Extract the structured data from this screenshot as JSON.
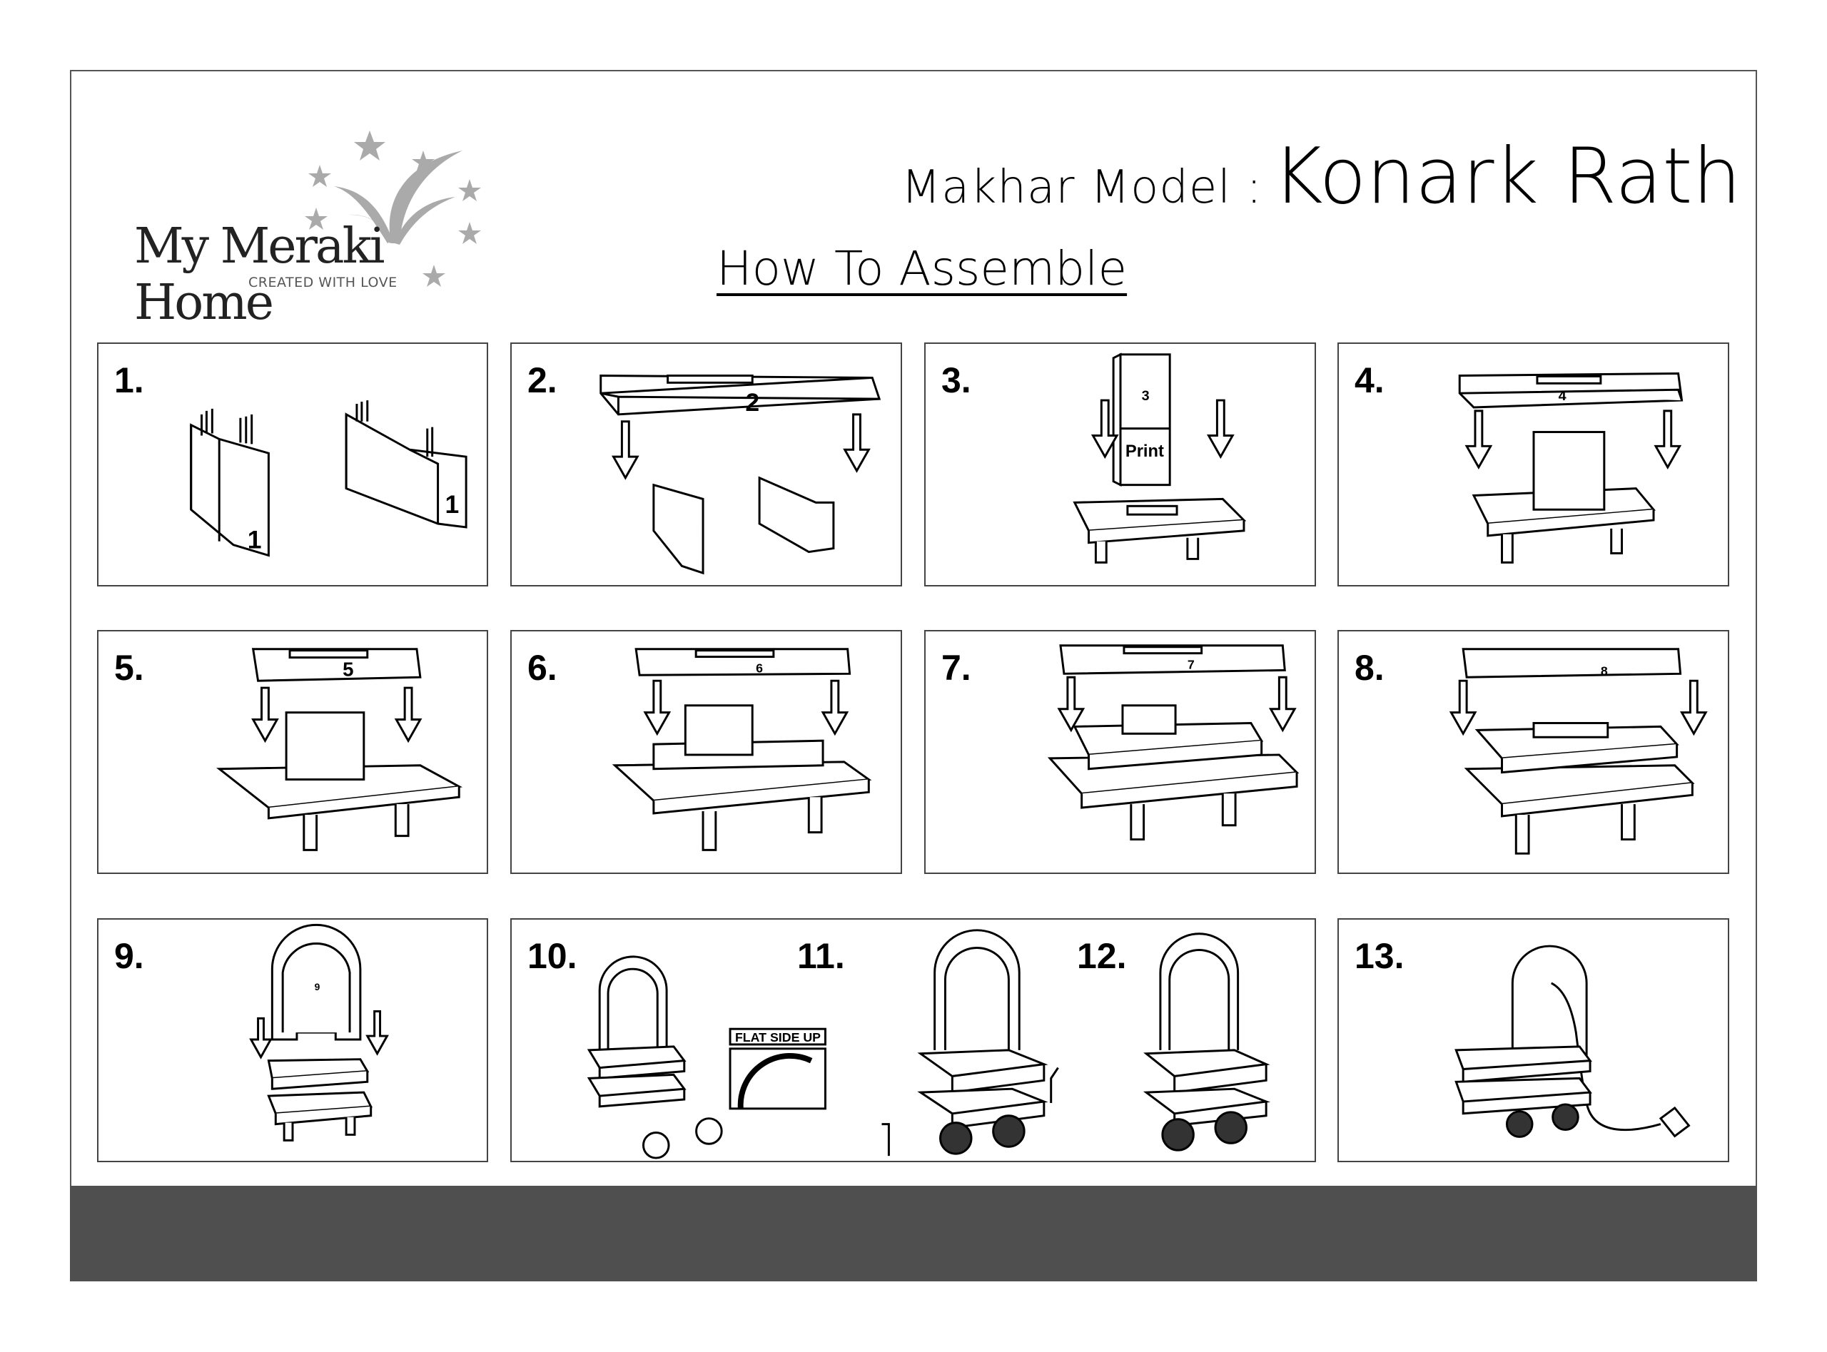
{
  "brand": {
    "name": "My Meraki Home",
    "tagline": "CREATED WITH LOVE"
  },
  "header": {
    "prefix": "Makhar Model :",
    "model": "Konark Rath",
    "subtitle": "How To Assemble"
  },
  "steps": [
    {
      "num": "1.",
      "labels": [
        "1",
        "1"
      ]
    },
    {
      "num": "2.",
      "labels": [
        "2"
      ]
    },
    {
      "num": "3.",
      "labels": [
        "3",
        "Print"
      ]
    },
    {
      "num": "4.",
      "labels": [
        "4"
      ]
    },
    {
      "num": "5.",
      "labels": [
        "5"
      ]
    },
    {
      "num": "6.",
      "labels": [
        "6"
      ]
    },
    {
      "num": "7.",
      "labels": [
        "7"
      ]
    },
    {
      "num": "8.",
      "labels": [
        "8"
      ]
    },
    {
      "num": "9.",
      "labels": [
        "9"
      ]
    },
    {
      "num": "10.",
      "labels": [
        "FLAT SIDE UP"
      ]
    },
    {
      "num": "11.",
      "labels": []
    },
    {
      "num": "12.",
      "labels": []
    },
    {
      "num": "13.",
      "labels": []
    }
  ],
  "colors": {
    "footer": "#4f4f4f",
    "border": "#444444",
    "logo_gray": "#aaaaaa"
  }
}
